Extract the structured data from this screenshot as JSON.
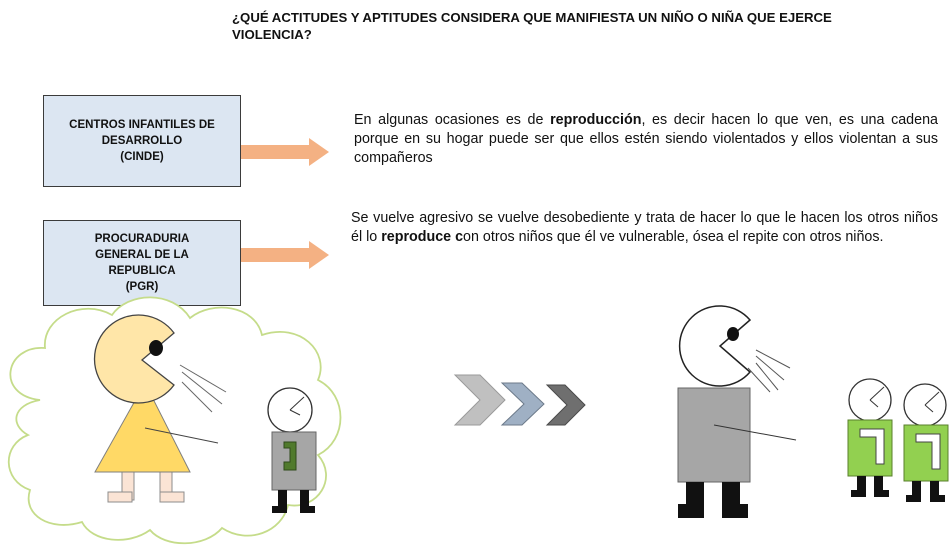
{
  "title": "¿QUÉ ACTITUDES Y APTITUDES CONSIDERA QUE MANIFIESTA UN NIÑO O NIÑA QUE EJERCE VIOLENCIA?",
  "sources": [
    {
      "lines": [
        "CENTROS INFANTILES DE",
        "DESARROLLO",
        "(CINDE)"
      ],
      "statement": {
        "before": "En algunas ocasiones es de ",
        "bold": "reproducción",
        "after": ", es decir hacen lo que ven, es una cadena porque en su hogar puede ser que ellos estén siendo violentados y ellos violentan a sus compañeros"
      }
    },
    {
      "lines": [
        "PROCURADURIA",
        "GENERAL DE LA",
        "REPUBLICA",
        "(PGR)"
      ],
      "statement": {
        "before": "Se vuelve agresivo se vuelve desobediente y trata de hacer lo que le hacen los otros niños él lo ",
        "bold": "reproduce c",
        "after": "on otros niños que él ve vulnerable, ósea el repite con otros niños."
      }
    }
  ],
  "colors": {
    "box_fill": "#dce6f2",
    "arrow_fill": "#f4b183",
    "cloud_stroke": "#c5dc8a",
    "dress_fill": "#ffd966",
    "head_fill": "#ffe6a8",
    "gray_body": "#a6a6a6",
    "green_body": "#92d050",
    "chevron_colors": [
      "#c0c0c0",
      "#9fb0c4",
      "#6f6f6f"
    ]
  },
  "icons": [
    "right-arrow",
    "thought-cloud",
    "chevron-arrows",
    "pacman-face"
  ]
}
